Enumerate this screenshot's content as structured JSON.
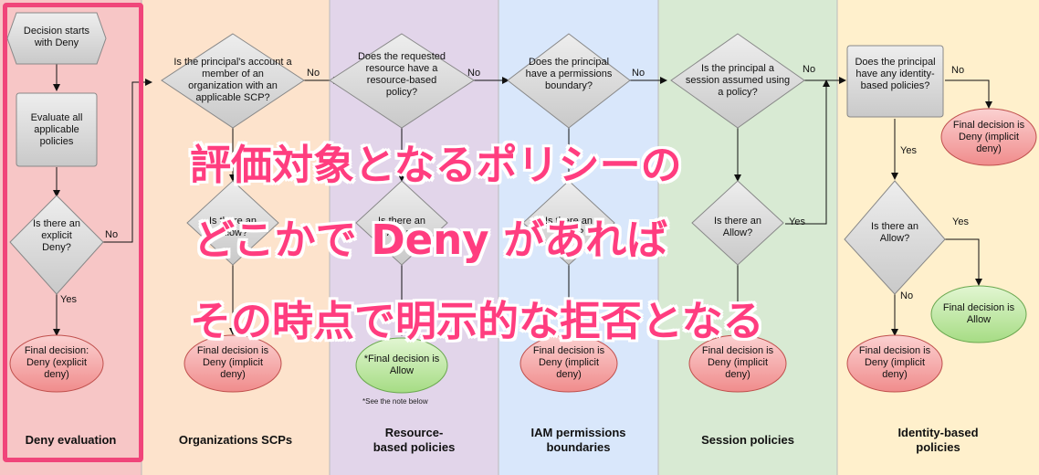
{
  "lanes": [
    {
      "title": "Deny evaluation",
      "color": "#f7c6c6"
    },
    {
      "title": "Organizations SCPs",
      "color": "#fde3cc"
    },
    {
      "title": "Resource-based policies",
      "color": "#e2d5ea"
    },
    {
      "title": "IAM permissions boundaries",
      "color": "#d9e7fb"
    },
    {
      "title": "Session policies",
      "color": "#d8ead3"
    },
    {
      "title": "Identity-based policies",
      "color": "#fff0cc"
    }
  ],
  "nodes": {
    "start": "Decision starts with Deny",
    "evaluate": "Evaluate all applicable policies",
    "explicit_deny_q": "Is there an explicit Deny?",
    "final_explicit_deny": "Final decision: Deny (explicit deny)",
    "scp_q": "Is the principal's account a member of an organization with an applicable SCP?",
    "scp_allow_q": "Is there an Allow?",
    "scp_final": "Final decision is Deny (implicit deny)",
    "rbp_q": "Does the requested resource have a resource-based policy?",
    "rbp_allow_q": "Is there an Allow?",
    "rbp_final": "*Final decision is Allow",
    "rbp_note": "*See the note below",
    "pb_q": "Does the principal have a permissions boundary?",
    "pb_allow_q": "Is there an Allow?",
    "pb_final": "Final decision is Deny (implicit deny)",
    "session_q": "Is the principal a session assumed using a policy?",
    "session_allow_q": "Is there an Allow?",
    "session_final": "Final decision is Deny (implicit deny)",
    "idp_q": "Does the principal have any identity-based policies?",
    "idp_final_deny": "Final decision is Deny (implicit deny)",
    "idp_allow_q": "Is there an Allow?",
    "idp_final_allow": "Final decision is Allow",
    "idp_final_deny2": "Final decision is Deny (implicit deny)"
  },
  "edge_labels": {
    "no": "No",
    "yes": "Yes"
  },
  "overlay_lines": [
    "評価対象となるポリシーの",
    "どこかで Deny があれば",
    "その時点で明示的な拒否となる"
  ]
}
